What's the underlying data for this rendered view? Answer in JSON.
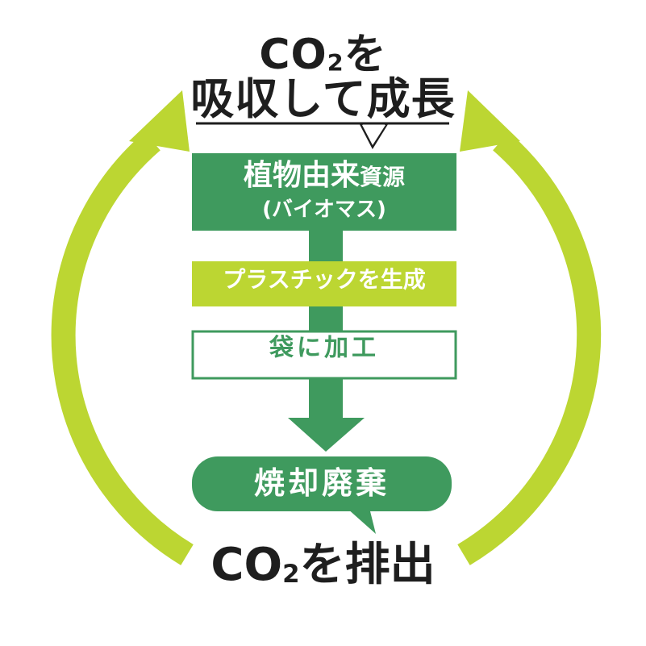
{
  "colors": {
    "arrow_lime": "#bcd632",
    "box_green": "#3f9a5e",
    "box_lime": "#bcd632",
    "text_dark": "#1e1e1e",
    "white": "#ffffff"
  },
  "top_label": {
    "line1_prefix": "CO",
    "line1_subscript": "2",
    "line1_suffix": "を",
    "line2": "吸収して成長"
  },
  "biomass_box": {
    "main": "植物由来",
    "main_small": "資源",
    "sub": "(バイオマス)"
  },
  "plastic_box": {
    "label": "プラスチックを生成"
  },
  "bag_box": {
    "label": "袋に加工"
  },
  "burn_box": {
    "label": "焼却廃棄"
  },
  "bottom_label": {
    "prefix": "CO",
    "subscript": "2",
    "suffix": "を排出"
  }
}
